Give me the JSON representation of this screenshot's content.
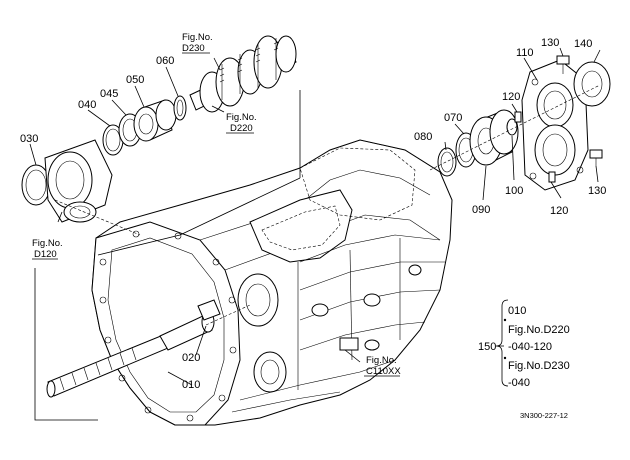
{
  "callouts": {
    "c010": "010",
    "c020": "020",
    "c030": "030",
    "c040": "040",
    "c045": "045",
    "c050": "050",
    "c060": "060",
    "c070": "070",
    "c080": "080",
    "c090": "090",
    "c100": "100",
    "c110": "110",
    "c120a": "120",
    "c120b": "120",
    "c130a": "130",
    "c130b": "130",
    "c140": "140"
  },
  "fig_refs": {
    "d230": {
      "label": "Fig.No.",
      "code": "D230"
    },
    "d220": {
      "label": "Fig.No.",
      "code": "D220"
    },
    "d120": {
      "label": "Fig.No.",
      "code": "D120"
    },
    "c110xx": {
      "label": "Fig.No.",
      "code": "C110XX"
    }
  },
  "legend": {
    "number": "150",
    "lines": [
      "010",
      "Fig.No.D220",
      "-040-120",
      "Fig.No.D230",
      "-040"
    ]
  },
  "drawing_code": "3N300-227-12"
}
